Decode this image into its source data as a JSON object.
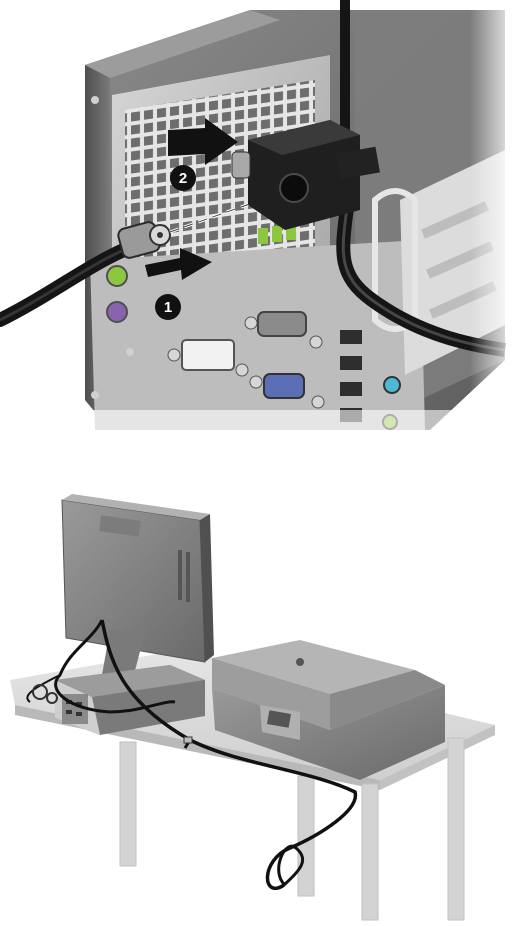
{
  "steps": [
    {
      "number": "1"
    },
    {
      "number": "2"
    }
  ],
  "icons": {
    "step1": "numbered-circle-1",
    "step2": "numbered-circle-2",
    "arrow": "black-arrow-right",
    "cable": "security-cable",
    "lock": "cable-lock"
  },
  "colors": {
    "chassis_dark": "#6f6f6f",
    "chassis_light": "#a9a9a9",
    "port_green": "#8dc63f",
    "port_purple": "#8a63b0",
    "port_blue": "#5a6fb5",
    "audio_cyan": "#4fb7d6",
    "cable": "#1a1a1a",
    "table": "#d8d8d8"
  }
}
